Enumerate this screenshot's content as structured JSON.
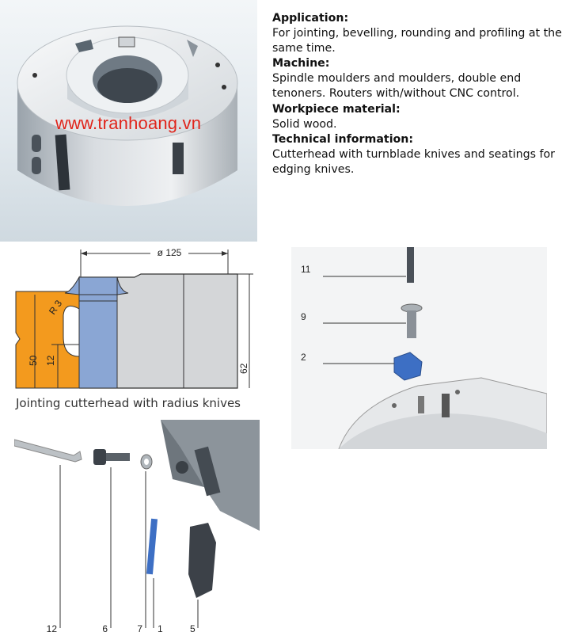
{
  "watermark": "www.tranhoang.vn",
  "info": {
    "application_heading": "Application:",
    "application_text": "For jointing, bevelling, rounding and profiling at the same time.",
    "machine_heading": "Machine:",
    "machine_text": "Spindle moulders and moulders, double end tenoners. Routers with/without CNC control.",
    "workpiece_heading": "Workpiece material:",
    "workpiece_text": "Solid wood.",
    "technical_heading": "Technical information:",
    "technical_text": "Cutterhead with turnblade knives and seatings for edging knives."
  },
  "drawing": {
    "diameter": "ø 125",
    "radius": "R 3",
    "dim_50": "50",
    "dim_12": "12",
    "dim_62": "62"
  },
  "caption": "Jointing cutterhead with radius knives",
  "parts_labels": {
    "p11": "11",
    "p9": "9",
    "p2": "2"
  },
  "exploded_labels": {
    "p12": "12",
    "p6": "6",
    "p7": "7",
    "p1": "1",
    "p5": "5"
  },
  "colors": {
    "watermark": "#e0241b",
    "workpiece": "#f39a1e",
    "knife_blue": "#8aa6d4",
    "seat_blue": "#3d6fc4"
  }
}
